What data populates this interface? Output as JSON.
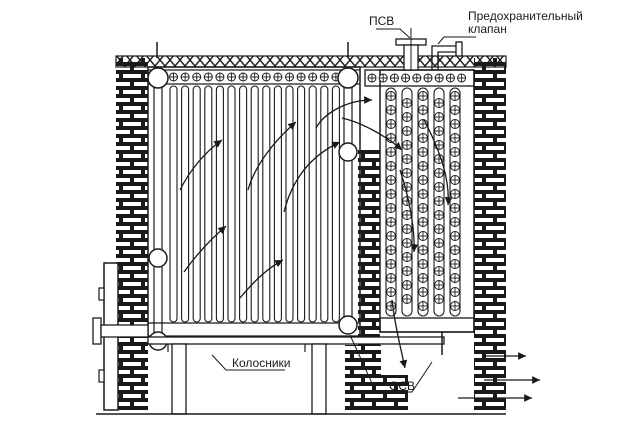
{
  "labels": {
    "psv": "ПСВ",
    "valve_line1": "Предохранительный",
    "valve_line2": "клапан",
    "grates": "Колосники",
    "osv": "ОСВ"
  },
  "colors": {
    "line": "#1a1a1a",
    "brick_mortar": "#1a1a1a",
    "brick_fill": "#ffffff",
    "background": "#ffffff"
  }
}
